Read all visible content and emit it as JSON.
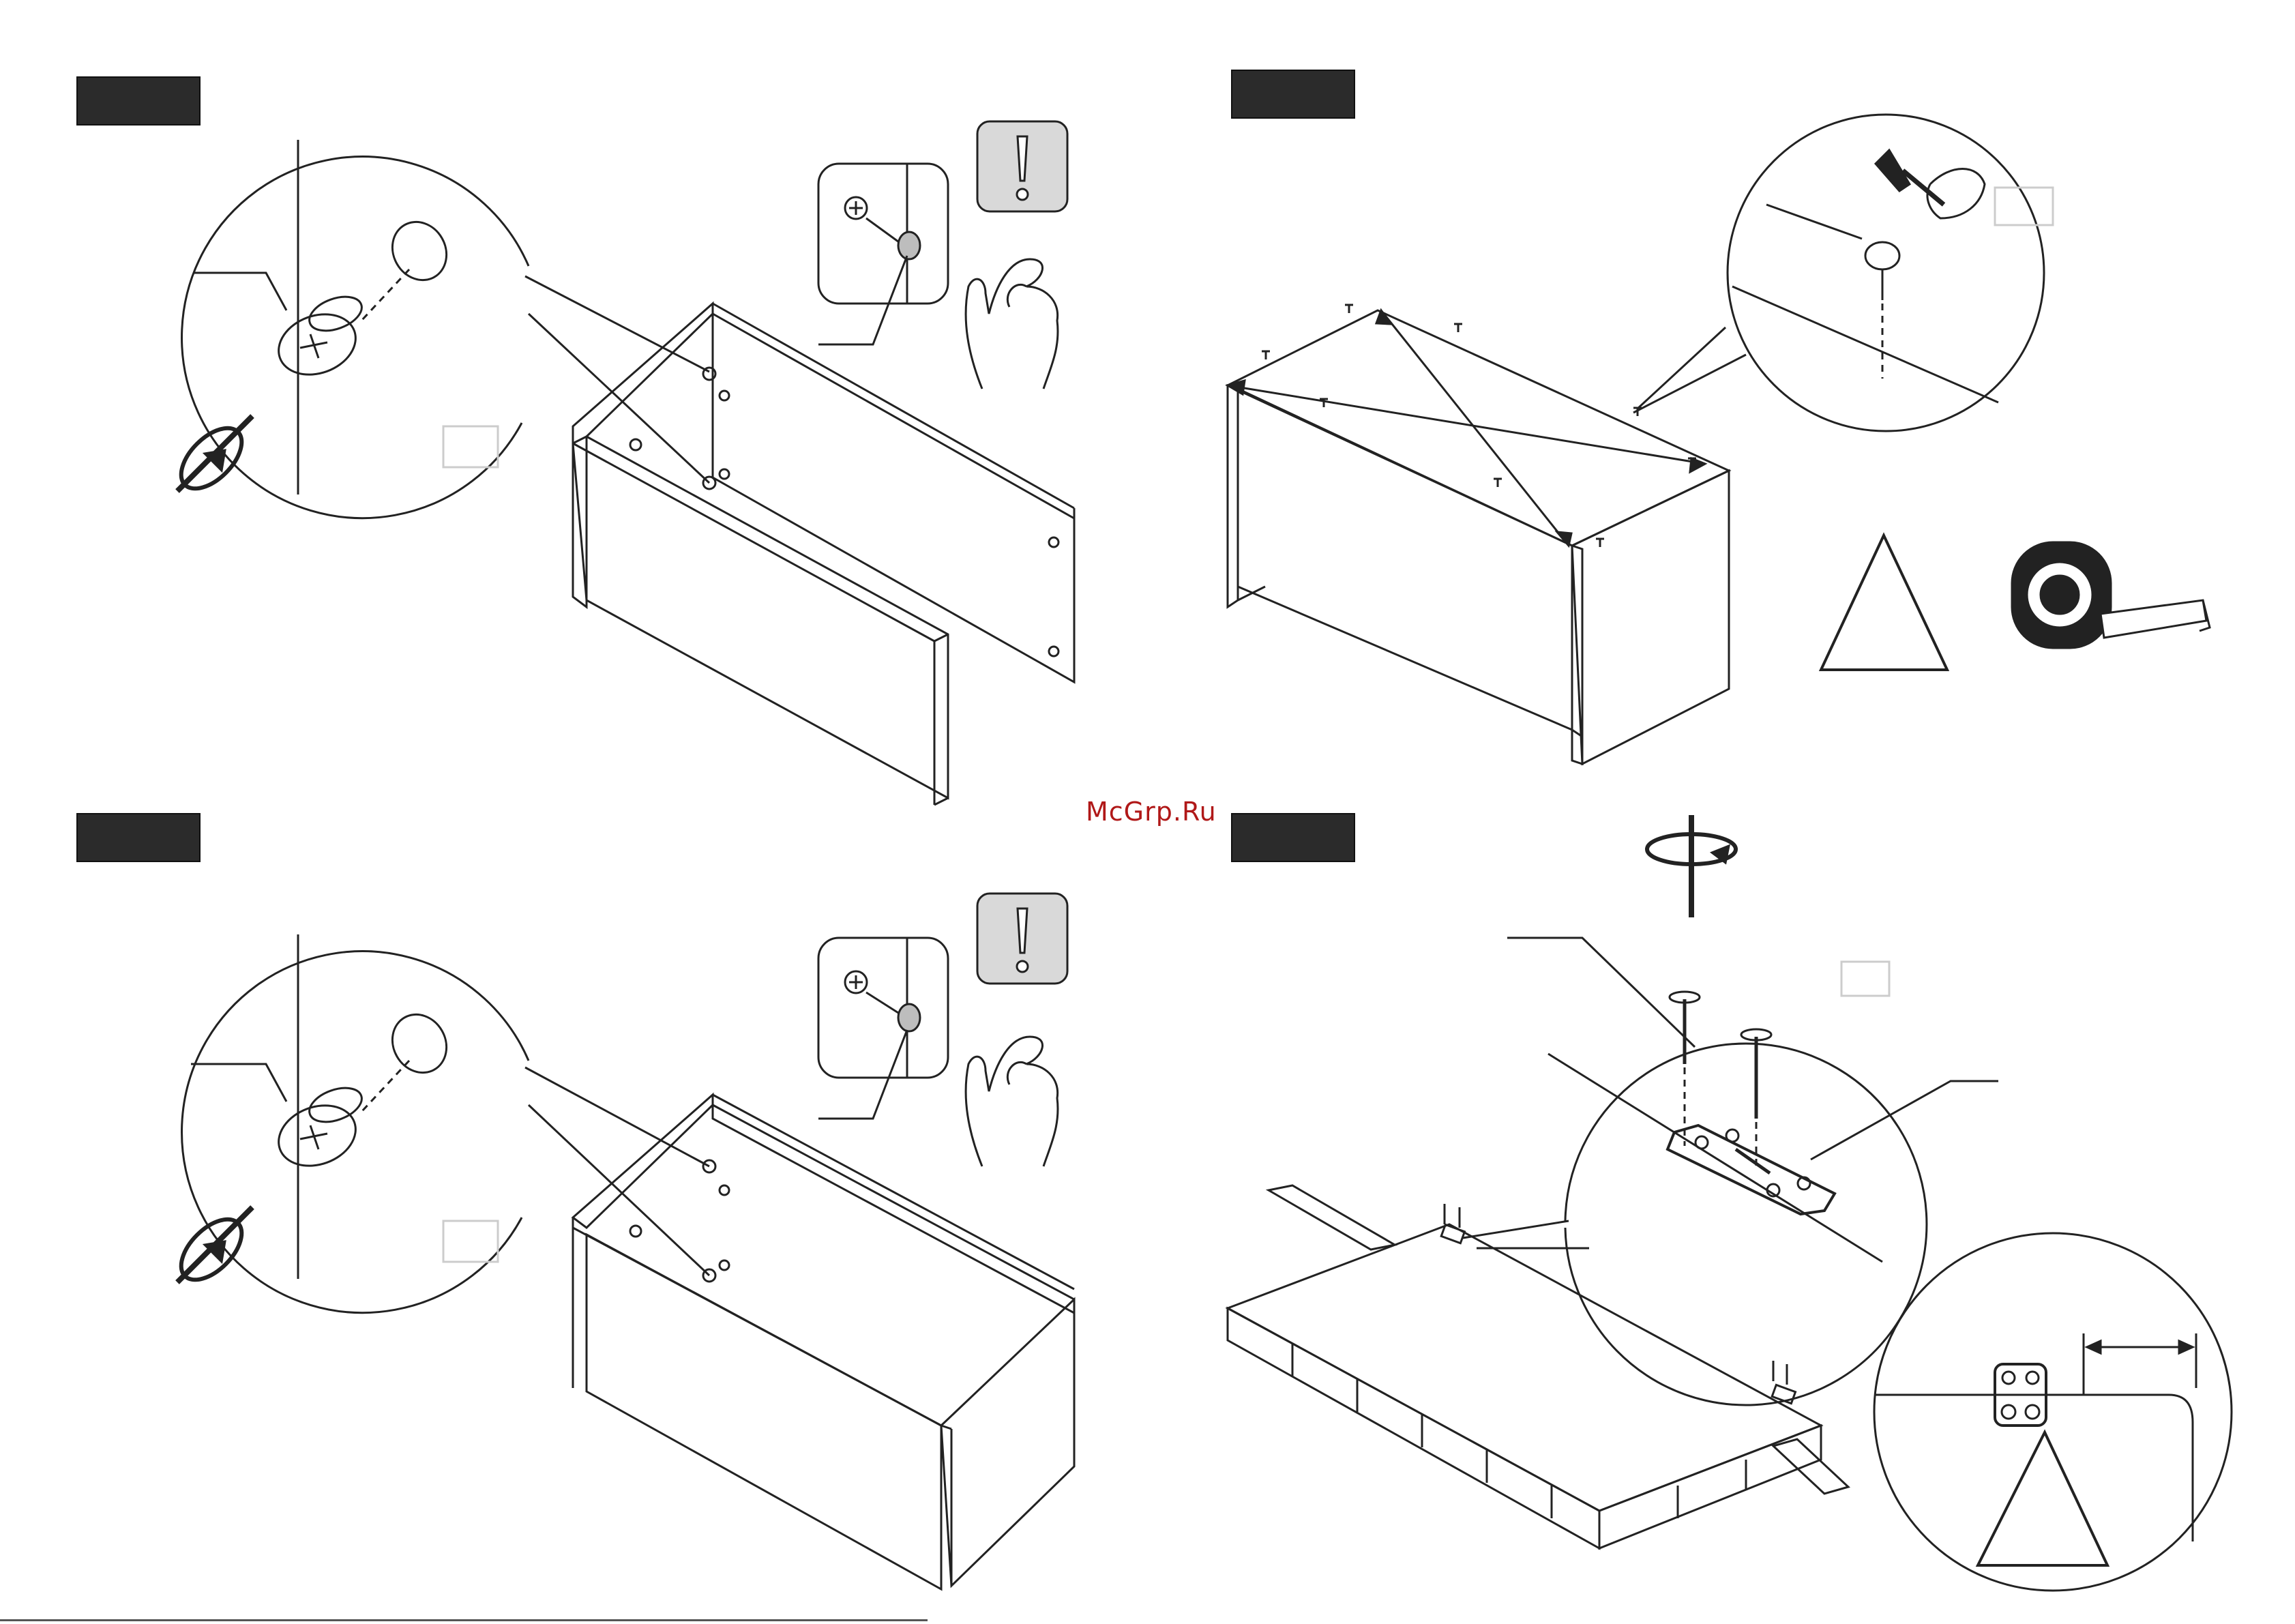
{
  "watermark": {
    "text": "McGrp.Ru"
  },
  "steps": [
    {
      "id": "top-left",
      "badge": ""
    },
    {
      "id": "top-right",
      "badge": ""
    },
    {
      "id": "bottom-left",
      "badge": ""
    },
    {
      "id": "bottom-right",
      "badge": ""
    }
  ],
  "icons": {
    "warning_note": "exclamation-icon",
    "hand": "hand-icon",
    "screwdriver": "screwdriver-icon",
    "hammer": "hammer-icon",
    "tape_measure": "tape-measure-icon",
    "warning_triangle": "warning-triangle-icon",
    "hinge": "hinge-icon"
  },
  "colors": {
    "line": "#222222",
    "badge": "#2b2b2b",
    "watermark": "#b01818",
    "grey_fill": "#bdbdbd"
  }
}
